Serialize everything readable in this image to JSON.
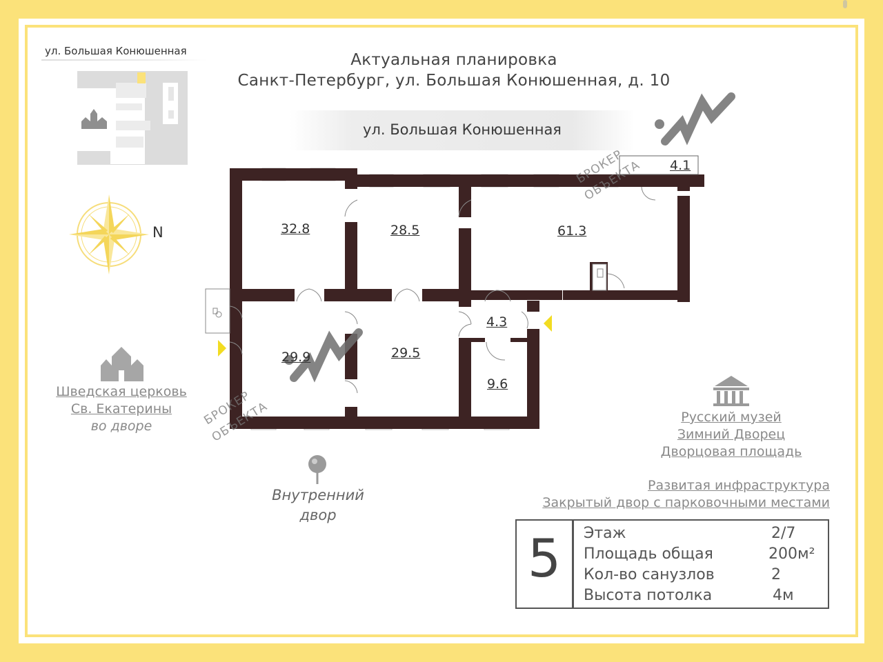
{
  "header": {
    "title": "Актуальная планировка",
    "address": "Санкт-Петербург, ул. Большая Конюшенная, д. 10",
    "street": "ул. Большая Конюшенная"
  },
  "minimap": {
    "street": "ул. Большая Конюшенная"
  },
  "compass": {
    "direction": "N"
  },
  "plan": {
    "rooms": [
      {
        "id": "r1",
        "area": "32.8"
      },
      {
        "id": "r2",
        "area": "28.5"
      },
      {
        "id": "r3",
        "area": "61.3"
      },
      {
        "id": "r4",
        "area": "4.1"
      },
      {
        "id": "r5",
        "area": "29.9"
      },
      {
        "id": "r6",
        "area": "29.5"
      },
      {
        "id": "r7",
        "area": "4.3"
      },
      {
        "id": "r8",
        "area": "9.6"
      }
    ]
  },
  "watermark": {
    "line1": "БРОКЕР",
    "line2": "ОБЪЕКТА"
  },
  "church": {
    "line1": "Шведская церковь",
    "line2": "Св. Екатерины",
    "line3": "во дворе"
  },
  "landmarks": [
    "Русский музей",
    "Зимний Дворец",
    "Дворцовая площадь"
  ],
  "infrastructure": [
    "Развитая инфраструктура",
    "Закрытый двор с парковочными местами"
  ],
  "courtyard": {
    "line1": "Внутренний",
    "line2": "двор"
  },
  "specs": {
    "floor_number": "5",
    "items": [
      {
        "label": "Этаж",
        "value": "2/7"
      },
      {
        "label": "Площадь общая",
        "value": "200м²"
      },
      {
        "label": "Кол-во санузлов",
        "value": "2"
      },
      {
        "label": "Высота потолка",
        "value": "4м"
      }
    ]
  },
  "colors": {
    "wall": "#3d2323",
    "accent": "#fbe27a",
    "marker": "#f2dc22",
    "text_muted": "#8a8a8a"
  }
}
